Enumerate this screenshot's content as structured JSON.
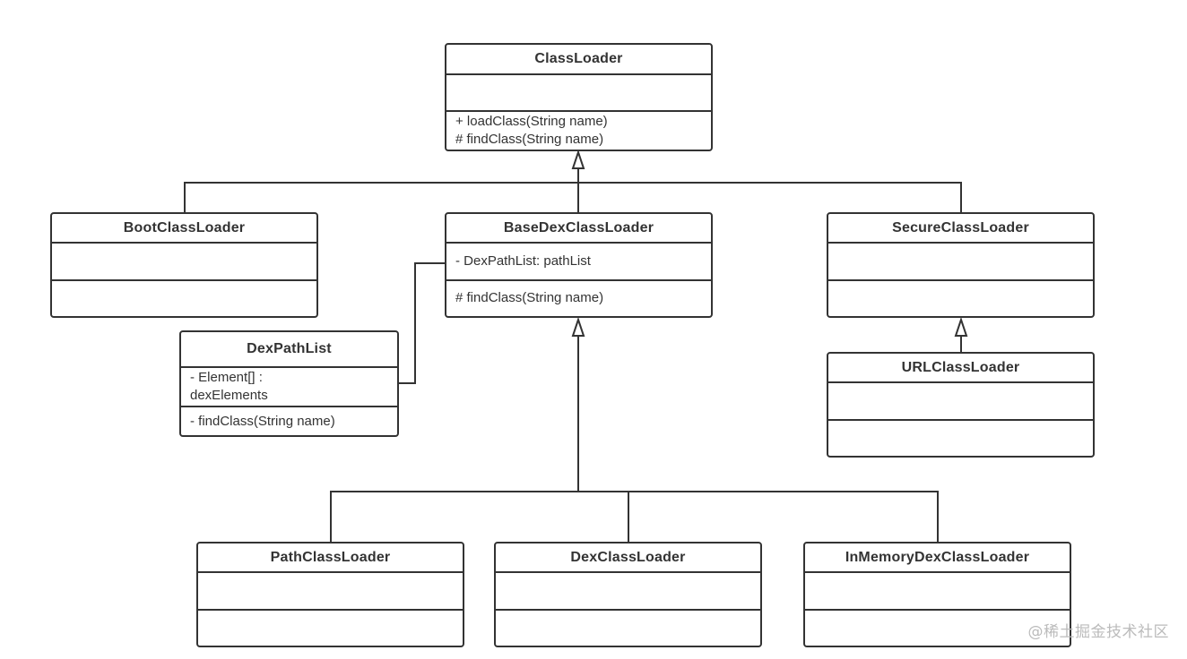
{
  "classes": {
    "classloader": {
      "name": "ClassLoader",
      "attributes": [],
      "methods": [
        "+ loadClass(String name)",
        "# findClass(String name)"
      ]
    },
    "bootclassloader": {
      "name": "BootClassLoader",
      "attributes": [],
      "methods": []
    },
    "basedexclassloader": {
      "name": "BaseDexClassLoader",
      "attributes": [
        "- DexPathList: pathList"
      ],
      "methods": [
        "# findClass(String name)"
      ]
    },
    "secureclassloader": {
      "name": "SecureClassLoader",
      "attributes": [],
      "methods": []
    },
    "dexpathlist": {
      "name": "DexPathList",
      "attributes": [
        "- Element[]  :",
        "dexElements"
      ],
      "methods": [
        "- findClass(String name)"
      ]
    },
    "urlclassloader": {
      "name": "URLClassLoader",
      "attributes": [],
      "methods": []
    },
    "pathclassloader": {
      "name": "PathClassLoader",
      "attributes": [],
      "methods": []
    },
    "dexclassloader": {
      "name": "DexClassLoader",
      "attributes": [],
      "methods": []
    },
    "inmemorydexclassloader": {
      "name": "InMemoryDexClassLoader",
      "attributes": [],
      "methods": []
    }
  },
  "watermark": "@稀土掘金技术社区",
  "colors": {
    "line": "#333333",
    "background": "#ffffff",
    "watermark": "#bbbbbb"
  }
}
